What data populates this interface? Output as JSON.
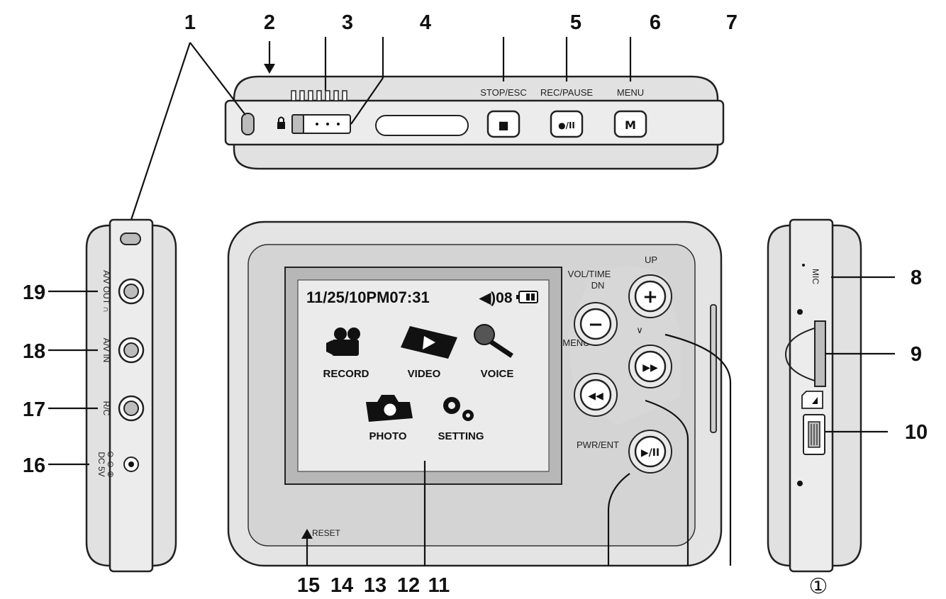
{
  "callouts": {
    "n1": "1",
    "n2": "2",
    "n3": "3",
    "n4": "4",
    "n5": "5",
    "n6": "6",
    "n7": "7",
    "n8": "8",
    "n9": "9",
    "n10": "10",
    "n11": "11",
    "n12": "12",
    "n13": "13",
    "n14": "14",
    "n15": "15",
    "n16": "16",
    "n17": "17",
    "n18": "18",
    "n19": "19"
  },
  "top_view": {
    "stop_label": "STOP/ESC",
    "rec_label": "REC/PAUSE",
    "menu_label": "MENU",
    "stop_glyph": "■",
    "rec_glyph": "●/II",
    "menu_glyph": "M",
    "lock_icon": "lock-icon"
  },
  "front_view": {
    "screen": {
      "date_time": "11/25/10PM07:31",
      "volume": "◀)08",
      "menu_items": [
        {
          "label": "RECORD",
          "icon": "movie-camera-icon"
        },
        {
          "label": "VIDEO",
          "icon": "film-strip-icon"
        },
        {
          "label": "VOICE",
          "icon": "microphone-icon"
        },
        {
          "label": "PHOTO",
          "icon": "camera-icon"
        },
        {
          "label": "SETTING",
          "icon": "gears-icon"
        }
      ]
    },
    "buttons": {
      "vol_time_label": "VOL/TIME",
      "dn_label": "DN",
      "up_label": "UP",
      "menu_up_label": "MENU ∧",
      "down_chevron": "∨",
      "pwr_ent_label": "PWR/ENT",
      "plus": "+",
      "minus": "−",
      "ffwd": "▶▶",
      "rew": "◀◀",
      "play_pause": "▶/II"
    },
    "reset_label": "RESET"
  },
  "left_view": {
    "av_out_label": "A/V OUT ∩",
    "av_in_label": "A/V IN",
    "rc_label": "R/C",
    "dc_label": "DC 5V",
    "polarity": "⊖-⊙-⊕"
  },
  "right_view": {
    "mic_label": "MIC"
  },
  "figure_marker": "①"
}
